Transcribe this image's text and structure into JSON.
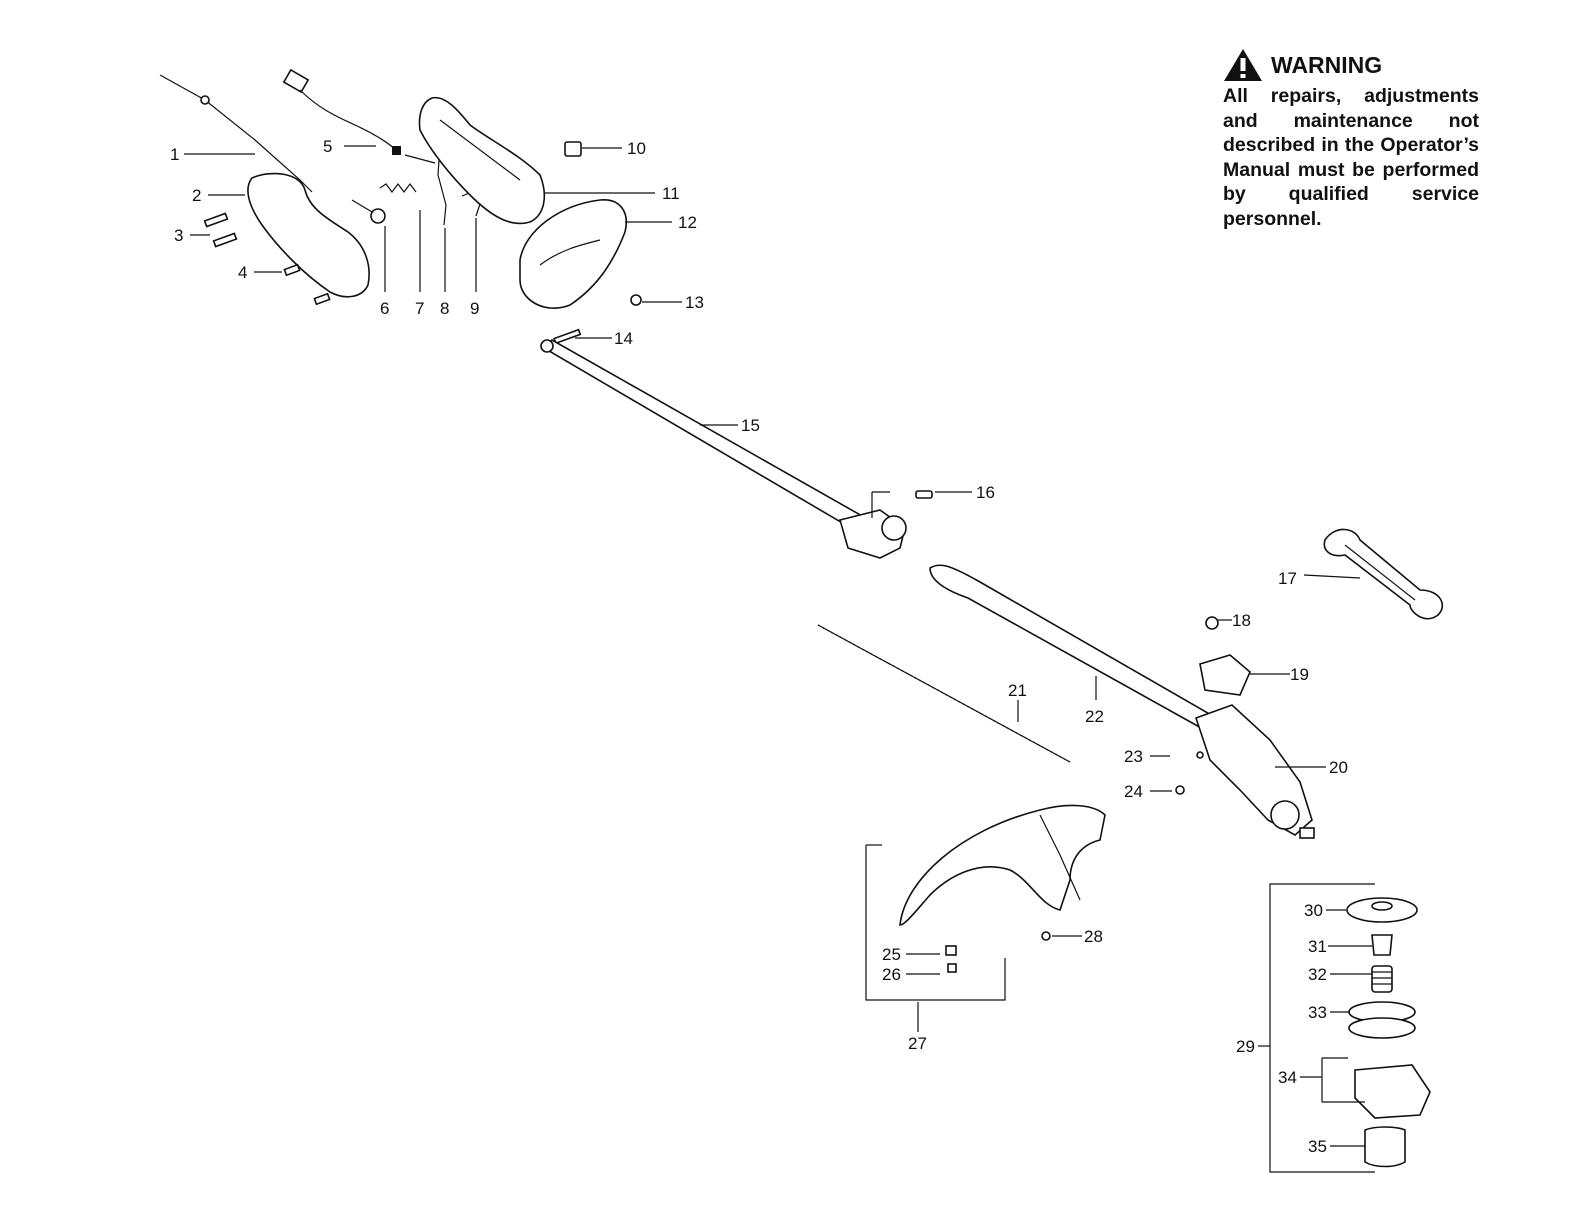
{
  "warning": {
    "title": "WARNING",
    "text": "All repairs, adjustments and maintenance not described in the Operator’s Manual must be performed by qualified service personnel."
  },
  "callouts": [
    {
      "id": "p1",
      "text": "1"
    },
    {
      "id": "p2",
      "text": "2"
    },
    {
      "id": "p3",
      "text": "3"
    },
    {
      "id": "p4",
      "text": "4"
    },
    {
      "id": "p5",
      "text": "5"
    },
    {
      "id": "p6",
      "text": "6"
    },
    {
      "id": "p7",
      "text": "7"
    },
    {
      "id": "p8",
      "text": "8"
    },
    {
      "id": "p9",
      "text": "9"
    },
    {
      "id": "p10",
      "text": "10"
    },
    {
      "id": "p11",
      "text": "11"
    },
    {
      "id": "p12",
      "text": "12"
    },
    {
      "id": "p13",
      "text": "13"
    },
    {
      "id": "p14",
      "text": "14"
    },
    {
      "id": "p15",
      "text": "15"
    },
    {
      "id": "p16",
      "text": "16"
    },
    {
      "id": "p17",
      "text": "17"
    },
    {
      "id": "p18",
      "text": "18"
    },
    {
      "id": "p19",
      "text": "19"
    },
    {
      "id": "p20",
      "text": "20"
    },
    {
      "id": "p21",
      "text": "21"
    },
    {
      "id": "p22",
      "text": "22"
    },
    {
      "id": "p23",
      "text": "23"
    },
    {
      "id": "p24",
      "text": "24"
    },
    {
      "id": "p25",
      "text": "25"
    },
    {
      "id": "p26",
      "text": "26"
    },
    {
      "id": "p27",
      "text": "27"
    },
    {
      "id": "p28",
      "text": "28"
    },
    {
      "id": "p29",
      "text": "29"
    },
    {
      "id": "p30",
      "text": "30"
    },
    {
      "id": "p31",
      "text": "31"
    },
    {
      "id": "p32",
      "text": "32"
    },
    {
      "id": "p33",
      "text": "33"
    },
    {
      "id": "p34",
      "text": "34"
    },
    {
      "id": "p35",
      "text": "35"
    }
  ],
  "colors": {
    "ink": "#111111",
    "background": "#ffffff"
  }
}
